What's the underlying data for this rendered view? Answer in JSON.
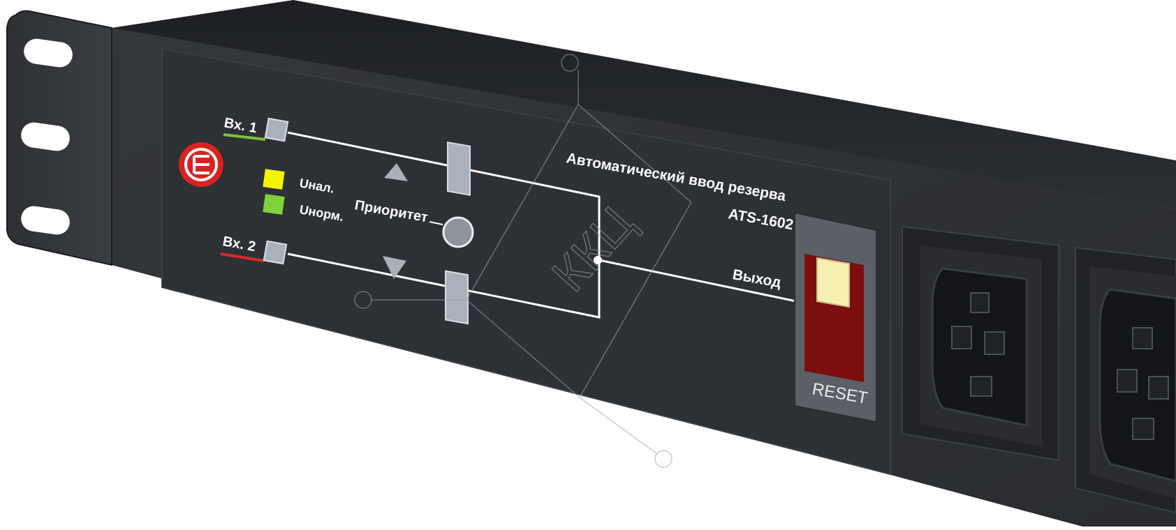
{
  "panel": {
    "title": "Автоматический ввод резерва",
    "model": "ATS-1602",
    "input1_label": "Вх. 1",
    "input2_label": "Вх. 2",
    "indicator_present_label": "Uнал.",
    "indicator_normal_label": "Uнорм.",
    "priority_label": "Приоритет",
    "output_label": "Выход",
    "reset_label": "RESET",
    "watermark_text": "ККЦ"
  },
  "colors": {
    "panel_body": "#2b2d31",
    "input1_underline": "#7ac143",
    "input2_underline": "#d42a2a",
    "led_present": "#f6f400",
    "led_normal": "#7fd33a",
    "breaker_housing": "#5b6066",
    "breaker_red": "#7d0e0e",
    "breaker_toggle": "#f7f0b0",
    "logo_red": "#d8231f"
  }
}
